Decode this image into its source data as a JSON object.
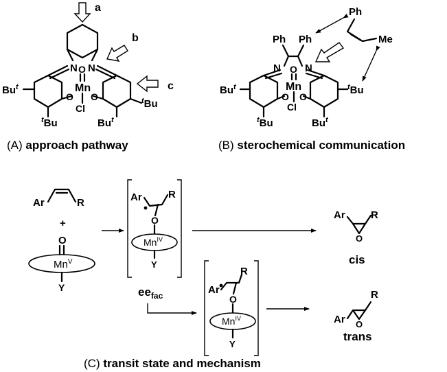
{
  "panelA": {
    "label_prefix": "(A)",
    "label_bold": "approach pathway",
    "arrow_labels": [
      "a",
      "b",
      "c"
    ],
    "atoms": {
      "N": "N",
      "O": "O",
      "Mn": "Mn",
      "Cl": "Cl"
    },
    "substituents": {
      "left_tbu": "Bu",
      "left_tbu_sup": "t",
      "bottom_tbu1": "Bu",
      "bottom_tbu2": "Bu",
      "right_tbu": "Bu",
      "t": "t"
    }
  },
  "panelB": {
    "label_prefix": "(B)",
    "label_bold": "sterochemical communication",
    "ph": "Ph",
    "me": "Me",
    "atoms": {
      "N": "N",
      "O": "O",
      "Mn": "Mn",
      "Cl": "Cl"
    },
    "substituents": {
      "bu": "Bu",
      "t": "t"
    }
  },
  "panelC": {
    "label_prefix": "(C)",
    "label_bold": "transit state and mechanism",
    "ar": "Ar",
    "r": "R",
    "plus": "+",
    "o": "O",
    "y": "Y",
    "mn": "Mn",
    "mn_v": "V",
    "mn_iv": "IV",
    "ee": "ee",
    "ee_sub": "fac",
    "cis": "cis",
    "trans": "trans"
  }
}
